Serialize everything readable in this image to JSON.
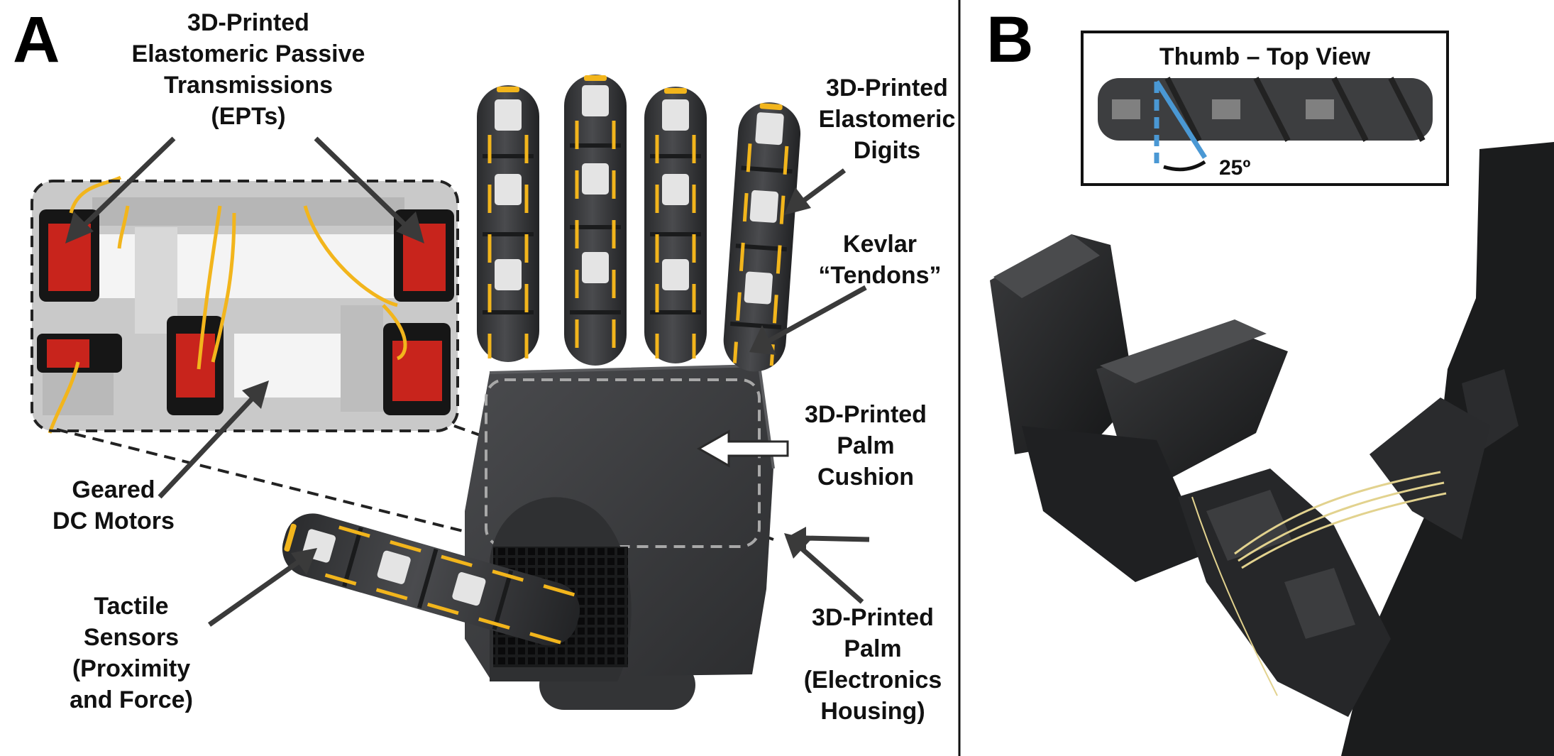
{
  "panels": {
    "a": "A",
    "b": "B"
  },
  "labels": {
    "ept": [
      "3D-Printed",
      "Elastomeric Passive",
      "Transmissions",
      "(EPTs)"
    ],
    "digits": [
      "3D-Printed",
      "Elastomeric",
      "Digits"
    ],
    "tendons": [
      "Kevlar",
      "“Tendons”"
    ],
    "cushion": [
      "3D-Printed",
      "Palm",
      "Cushion"
    ],
    "motors": [
      "Geared",
      "DC Motors"
    ],
    "sensors": [
      "Tactile",
      "Sensors",
      "(Proximity",
      "and Force)"
    ],
    "palm": [
      "3D-Printed",
      "Palm",
      "(Electronics",
      "Housing)"
    ]
  },
  "inset": {
    "title": "Thumb – Top View",
    "angle": "25º"
  },
  "colors": {
    "tendon": "#f2b51c",
    "hand": "#3b3c3e",
    "motor_red": "#c8241c",
    "angle_line": "#4a98d4",
    "pad": "#e4e4e4"
  }
}
